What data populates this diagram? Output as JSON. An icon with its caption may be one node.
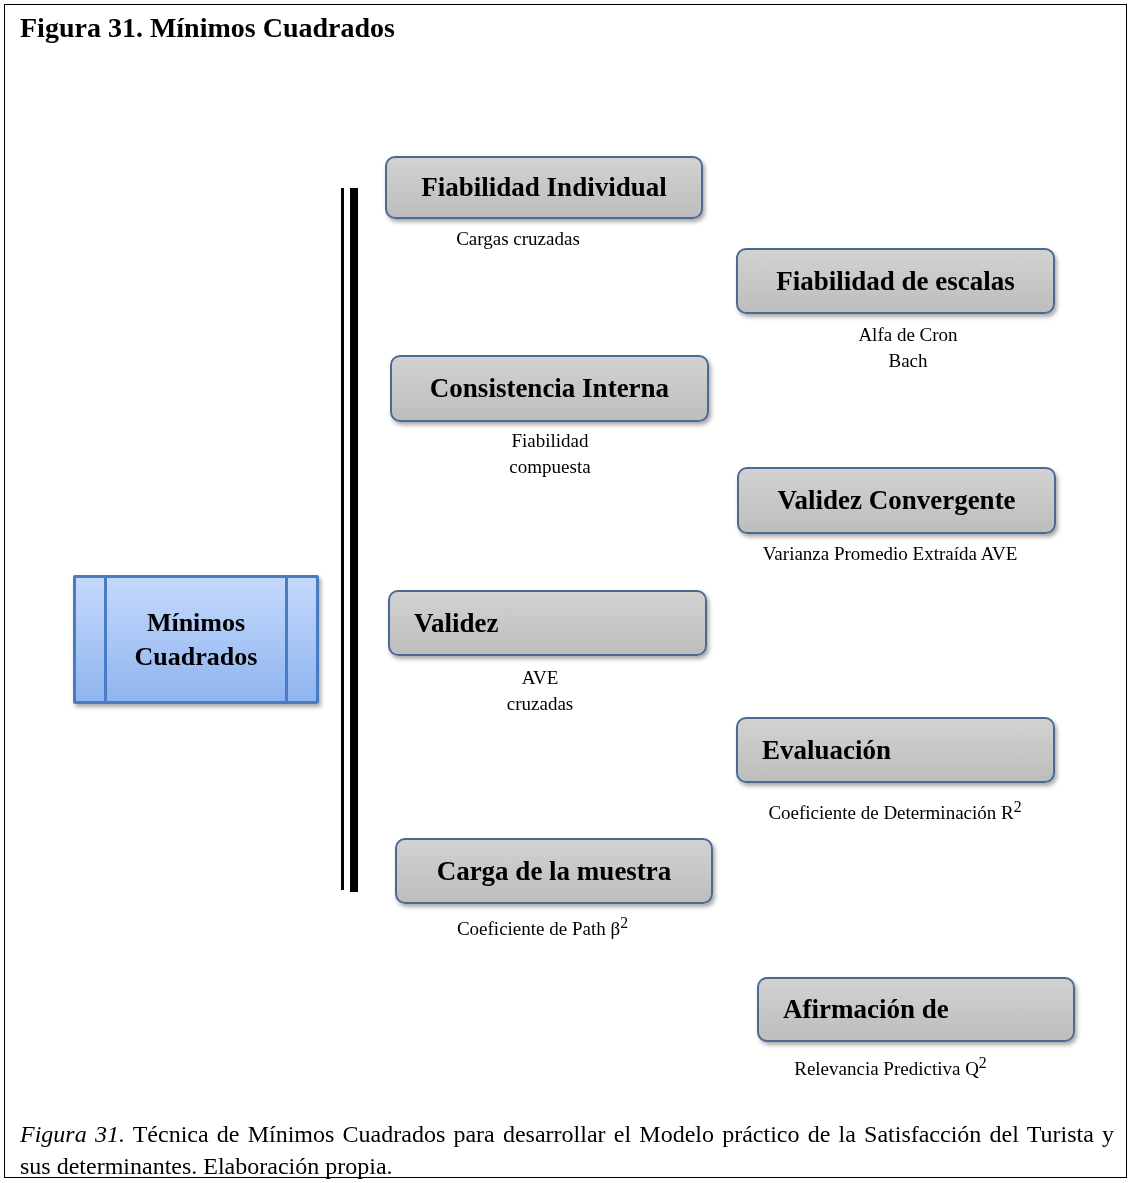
{
  "diagram": {
    "title": "Figura 31. Mínimos Cuadrados",
    "caption": "*Figura 31.* Técnica de Mínimos Cuadrados para desarrollar el Modelo práctico de la Satisfacción del Turista y sus determinantes. Elaboración propia.",
    "nodes": [
      {
        "text": [
          "Mínimos Cuadrados"
        ]
      },
      {
        "text": [
          "Fiabilidad Individual"
        ],
        "beside": [
          "Cargas cruzadas"
        ]
      },
      {
        "text": [
          "Fiabilidad de escalas"
        ],
        "beside": [
          "Alfa de Cron Bach"
        ]
      },
      {
        "text": [
          "Consistencia Interna"
        ],
        "beside": [
          "Fiabilidad compuesta"
        ]
      },
      {
        "text": [
          "Validez Convergente"
        ],
        "beside": [
          "Varianza Promedio Extraída AVE"
        ]
      },
      {
        "text": [
          "Validez"
        ],
        "beside": [
          "AVE cruzadas"
        ]
      },
      {
        "text": [
          "Evaluación"
        ],
        "beside": [
          "Coeficiente de Determinación R$^{2}$"
        ]
      },
      {
        "text": [
          "Carga de la muestra"
        ],
        "beside": [
          "Coeficiente de Path β$^{2}$"
        ]
      },
      {
        "text": [
          "Afirmación de"
        ],
        "beside": [
          "Relevancia Predictiva Q$^{2}$"
        ]
      }
    ]
  }
}
